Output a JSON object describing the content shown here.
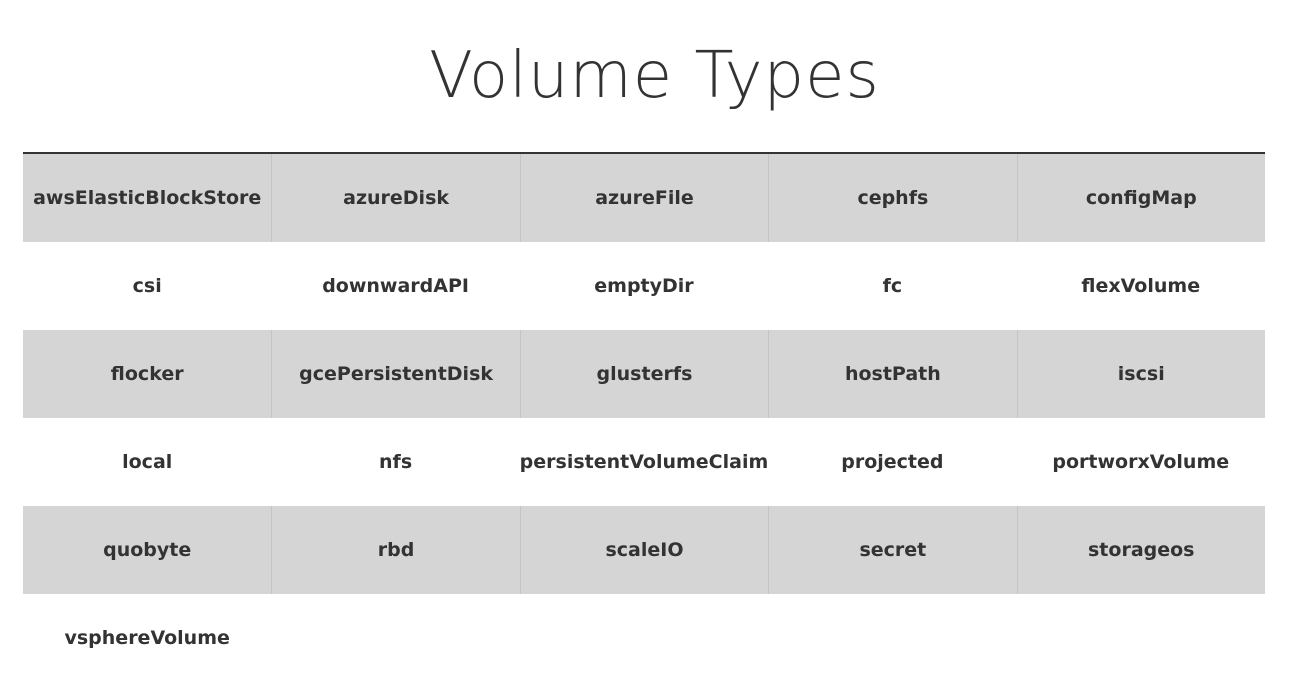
{
  "title": "Volume Types",
  "table": {
    "rows": [
      [
        "awsElasticBlockStore",
        "azureDisk",
        "azureFile",
        "cephfs",
        "configMap"
      ],
      [
        "csi",
        "downwardAPI",
        "emptyDir",
        "fc",
        "flexVolume"
      ],
      [
        "flocker",
        "gcePersistentDisk",
        "glusterfs",
        "hostPath",
        "iscsi"
      ],
      [
        "local",
        "nfs",
        "persistentVolumeClaim",
        "projected",
        "portworxVolume"
      ],
      [
        "quobyte",
        "rbd",
        "scaleIO",
        "secret",
        "storageos"
      ],
      [
        "vsphereVolume",
        "",
        "",
        "",
        ""
      ]
    ]
  },
  "colors": {
    "shaded_row": "#d5d5d5",
    "text": "#333333",
    "rule": "#333333"
  }
}
